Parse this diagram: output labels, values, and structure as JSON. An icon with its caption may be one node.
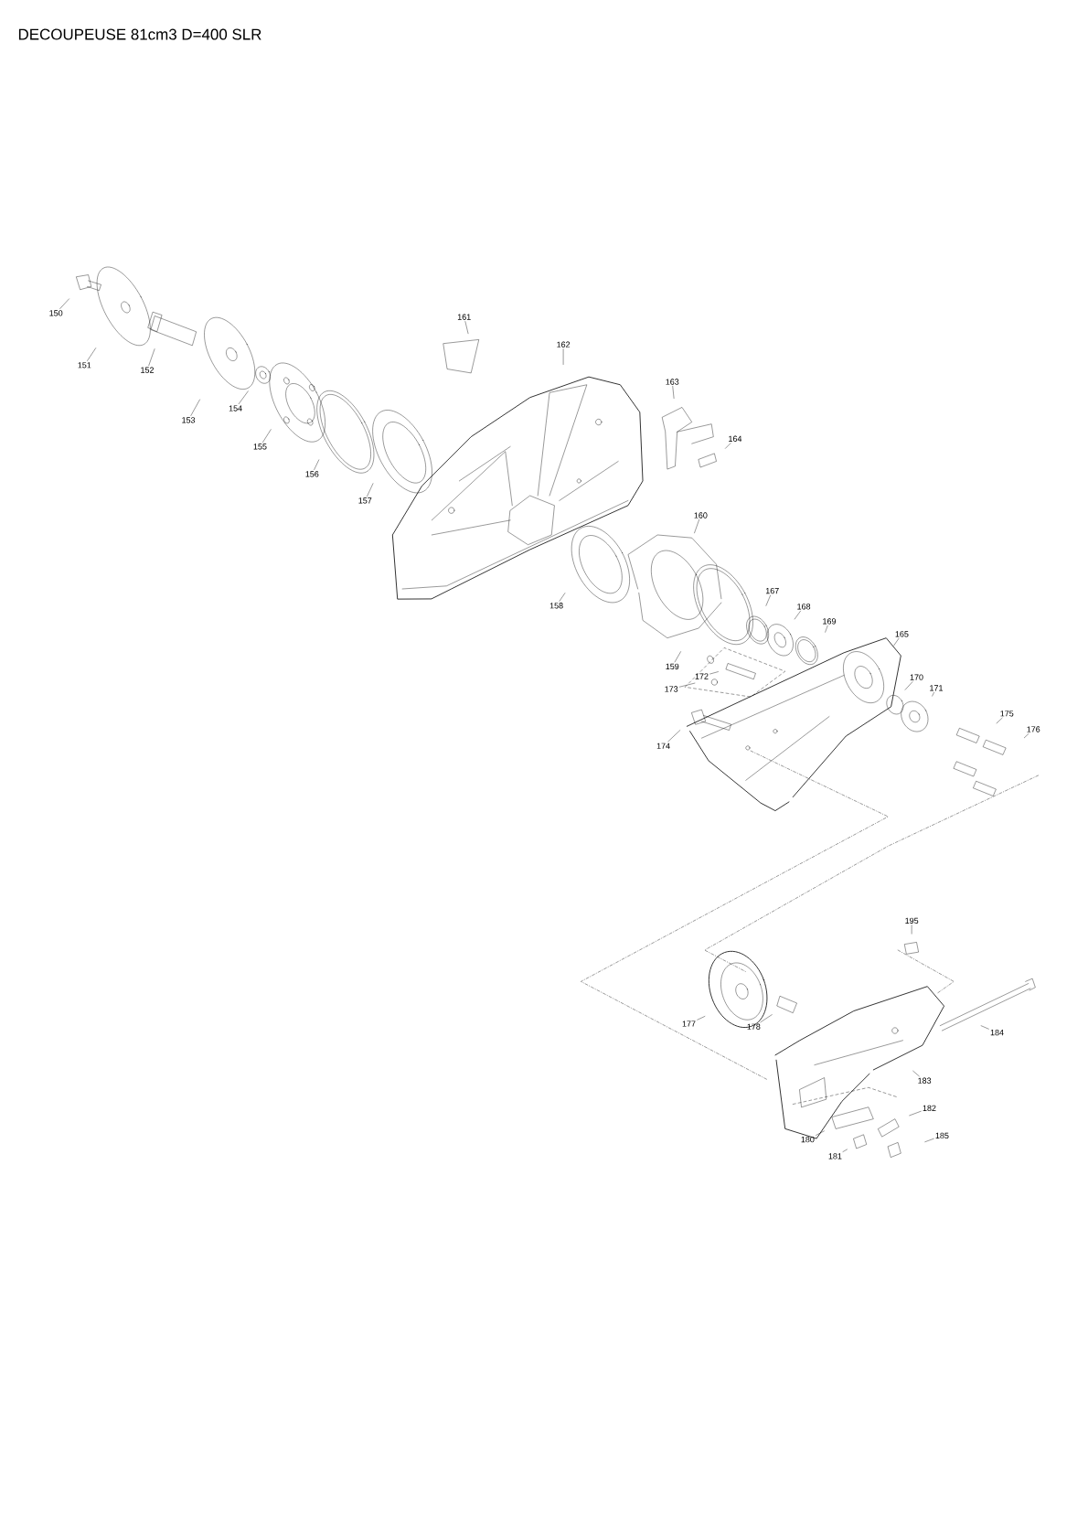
{
  "diagram": {
    "title": "DECOUPEUSE 81cm3 D=400 SLR",
    "nodes": [
      {
        "text": [
          "150"
        ]
      },
      {
        "text": [
          "151"
        ]
      },
      {
        "text": [
          "152"
        ]
      },
      {
        "text": [
          "153"
        ]
      },
      {
        "text": [
          "154"
        ]
      },
      {
        "text": [
          "155"
        ]
      },
      {
        "text": [
          "156"
        ]
      },
      {
        "text": [
          "157"
        ]
      },
      {
        "text": [
          "161"
        ]
      },
      {
        "text": [
          "162"
        ]
      },
      {
        "text": [
          "163"
        ]
      },
      {
        "text": [
          "164"
        ]
      },
      {
        "text": [
          "160"
        ]
      },
      {
        "text": [
          "158"
        ]
      },
      {
        "text": [
          "167"
        ]
      },
      {
        "text": [
          "168"
        ]
      },
      {
        "text": [
          "169"
        ]
      },
      {
        "text": [
          "165"
        ]
      },
      {
        "text": [
          "159"
        ]
      },
      {
        "text": [
          "172"
        ]
      },
      {
        "text": [
          "173"
        ]
      },
      {
        "text": [
          "170"
        ]
      },
      {
        "text": [
          "171"
        ]
      },
      {
        "text": [
          "175"
        ]
      },
      {
        "text": [
          "176"
        ]
      },
      {
        "text": [
          "174"
        ]
      },
      {
        "text": [
          "195"
        ]
      },
      {
        "text": [
          "177"
        ]
      },
      {
        "text": [
          "178"
        ]
      },
      {
        "text": [
          "184"
        ]
      },
      {
        "text": [
          "183"
        ]
      },
      {
        "text": [
          "182"
        ]
      },
      {
        "text": [
          "180"
        ]
      },
      {
        "text": [
          "185"
        ]
      },
      {
        "text": [
          "181"
        ]
      }
    ],
    "edges": [
      {
        "from": 0,
        "to": null,
        "arrow": "none"
      },
      {
        "from": 1,
        "to": null,
        "arrow": "none"
      },
      {
        "from": 2,
        "to": null,
        "arrow": "none"
      },
      {
        "from": 3,
        "to": null,
        "arrow": "none"
      },
      {
        "from": 4,
        "to": null,
        "arrow": "none"
      },
      {
        "from": 5,
        "to": null,
        "arrow": "none"
      },
      {
        "from": 6,
        "to": null,
        "arrow": "none"
      },
      {
        "from": 7,
        "to": null,
        "arrow": "none"
      },
      {
        "from": 8,
        "to": null,
        "arrow": "none"
      },
      {
        "from": 9,
        "to": null,
        "arrow": "none"
      },
      {
        "from": 10,
        "to": null,
        "arrow": "none"
      },
      {
        "from": 11,
        "to": null,
        "arrow": "none"
      },
      {
        "from": 12,
        "to": null,
        "arrow": "none"
      },
      {
        "from": 13,
        "to": null,
        "arrow": "none"
      },
      {
        "from": 14,
        "to": null,
        "arrow": "none"
      },
      {
        "from": 15,
        "to": null,
        "arrow": "none"
      },
      {
        "from": 16,
        "to": null,
        "arrow": "none"
      },
      {
        "from": 17,
        "to": null,
        "arrow": "none"
      },
      {
        "from": 18,
        "to": null,
        "arrow": "none"
      },
      {
        "from": 19,
        "to": null,
        "arrow": "none"
      },
      {
        "from": 20,
        "to": null,
        "arrow": "none"
      },
      {
        "from": 21,
        "to": null,
        "arrow": "none"
      },
      {
        "from": 22,
        "to": null,
        "arrow": "none"
      },
      {
        "from": 23,
        "to": null,
        "arrow": "none"
      },
      {
        "from": 24,
        "to": null,
        "arrow": "none"
      },
      {
        "from": 25,
        "to": null,
        "arrow": "none"
      },
      {
        "from": 26,
        "to": null,
        "arrow": "none"
      },
      {
        "from": 27,
        "to": null,
        "arrow": "none"
      },
      {
        "from": 28,
        "to": null,
        "arrow": "none"
      },
      {
        "from": 29,
        "to": null,
        "arrow": "none"
      },
      {
        "from": 30,
        "to": null,
        "arrow": "none"
      },
      {
        "from": 31,
        "to": null,
        "arrow": "none"
      },
      {
        "from": 32,
        "to": null,
        "arrow": "none"
      },
      {
        "from": 33,
        "to": null,
        "arrow": "none"
      },
      {
        "from": 34,
        "to": null,
        "arrow": "none"
      }
    ]
  }
}
